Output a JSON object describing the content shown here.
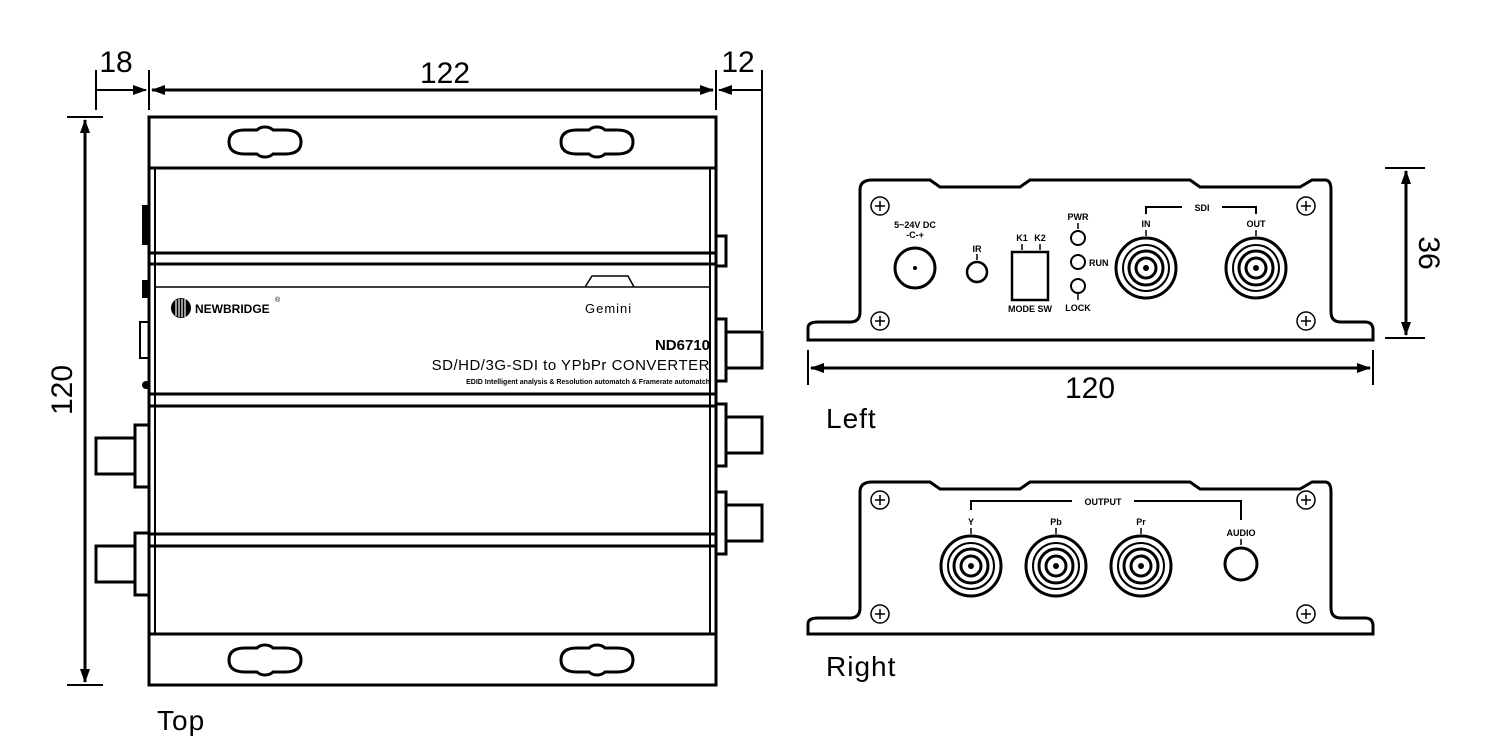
{
  "dimensions": {
    "top_left_offset": "18",
    "top_width": "122",
    "top_right_offset": "12",
    "top_depth": "120",
    "side_height": "36",
    "side_width": "120"
  },
  "views": {
    "top": "Top",
    "left": "Left",
    "right": "Right"
  },
  "device": {
    "brand": "NEWBRIDGE",
    "registered_mark": "®",
    "series": "Gemini",
    "model": "ND6710",
    "description": "SD/HD/3G-SDI to YPbPr CONVERTER",
    "features": "EDID Intelligent analysis & Resolution automatch & Framerate automatch"
  },
  "left_panel": {
    "power": "5~24V DC",
    "power_symbol": "-C-+",
    "ir": "IR",
    "k1": "K1",
    "k2": "K2",
    "mode_switch": "MODE SW",
    "pwr_led": "PWR",
    "run_led": "RUN",
    "lock_led": "LOCK",
    "sdi_group": "SDI",
    "sdi_in": "IN",
    "sdi_out": "OUT"
  },
  "right_panel": {
    "output_group": "OUTPUT",
    "y": "Y",
    "pb": "Pb",
    "pr": "Pr",
    "audio": "AUDIO"
  }
}
